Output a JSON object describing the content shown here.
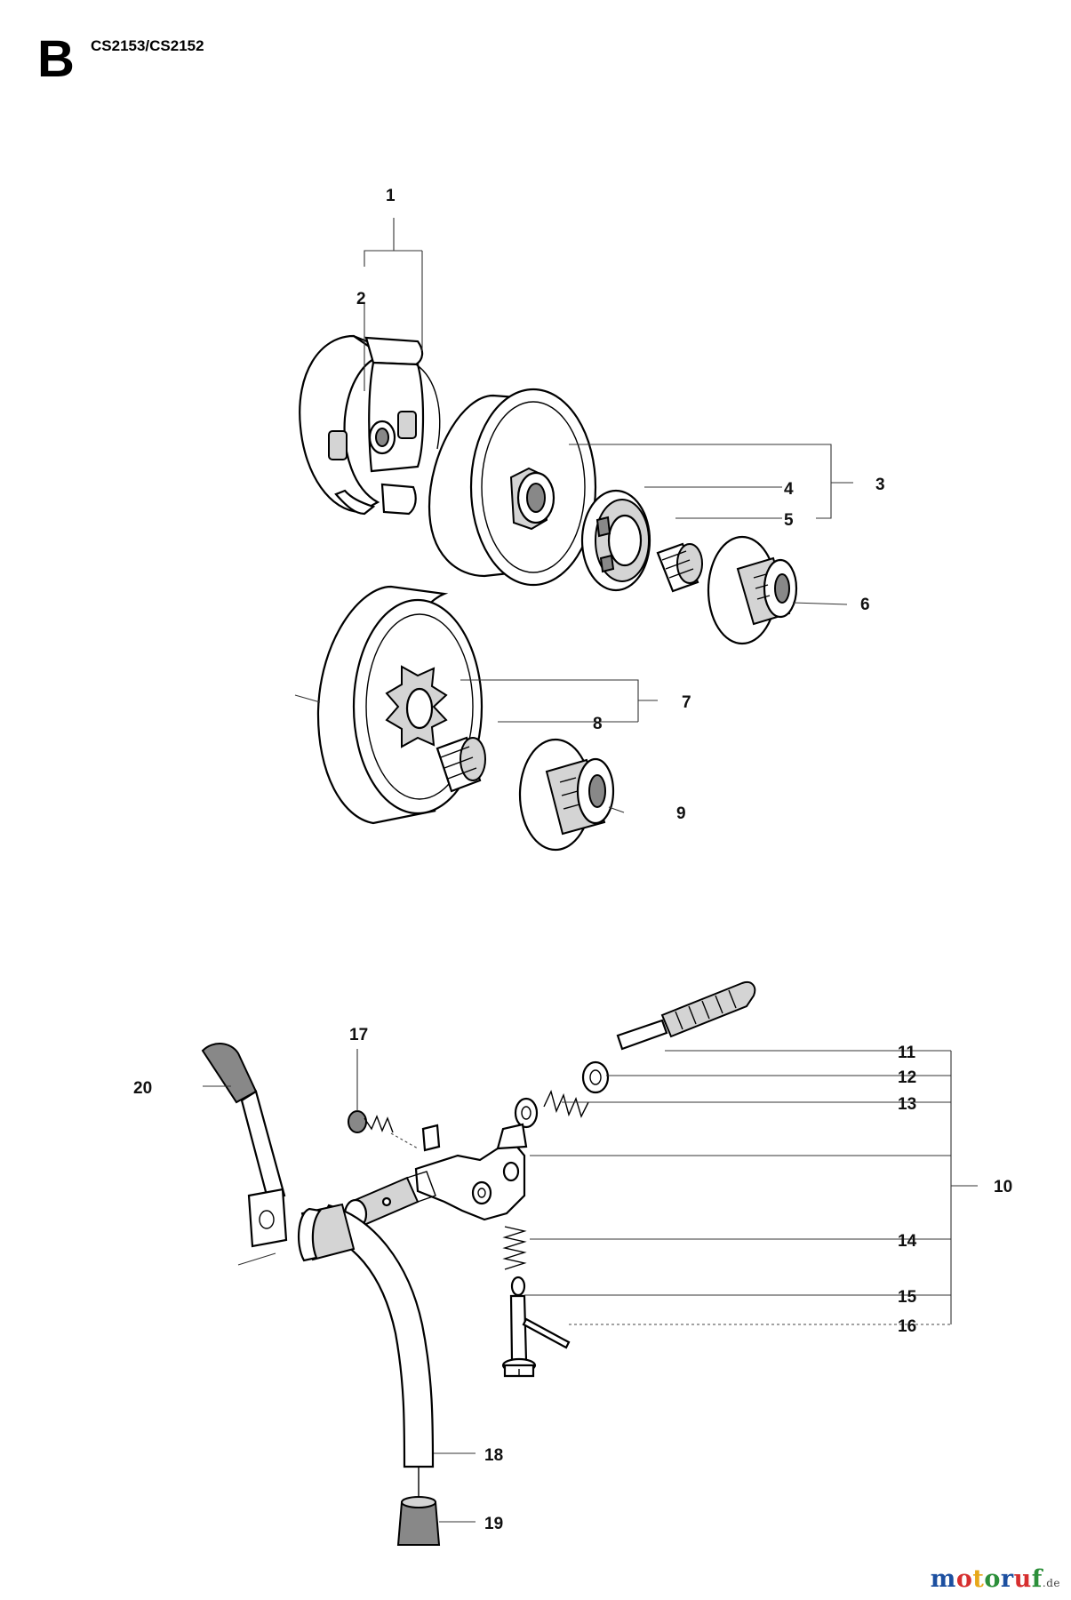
{
  "header": {
    "section": "B",
    "model": "CS2153/CS2152"
  },
  "callouts": {
    "c1": "1",
    "c2": "2",
    "c3": "3",
    "c4": "4",
    "c5": "5",
    "c6": "6",
    "c7": "7",
    "c8": "8",
    "c9": "9",
    "c10": "10",
    "c11": "11",
    "c12": "12",
    "c13": "13",
    "c14": "14",
    "c15": "15",
    "c16": "16",
    "c17": "17",
    "c18": "18",
    "c19": "19",
    "c20": "20"
  },
  "watermark": {
    "letters": [
      "m",
      "o",
      "t",
      "o",
      "r",
      "u",
      "f"
    ],
    "colors": [
      "#1c4fa0",
      "#d62f2f",
      "#e7a71a",
      "#2c8f3a",
      "#1c4fa0",
      "#d62f2f",
      "#2c8f3a"
    ],
    "suffix": ".de"
  }
}
